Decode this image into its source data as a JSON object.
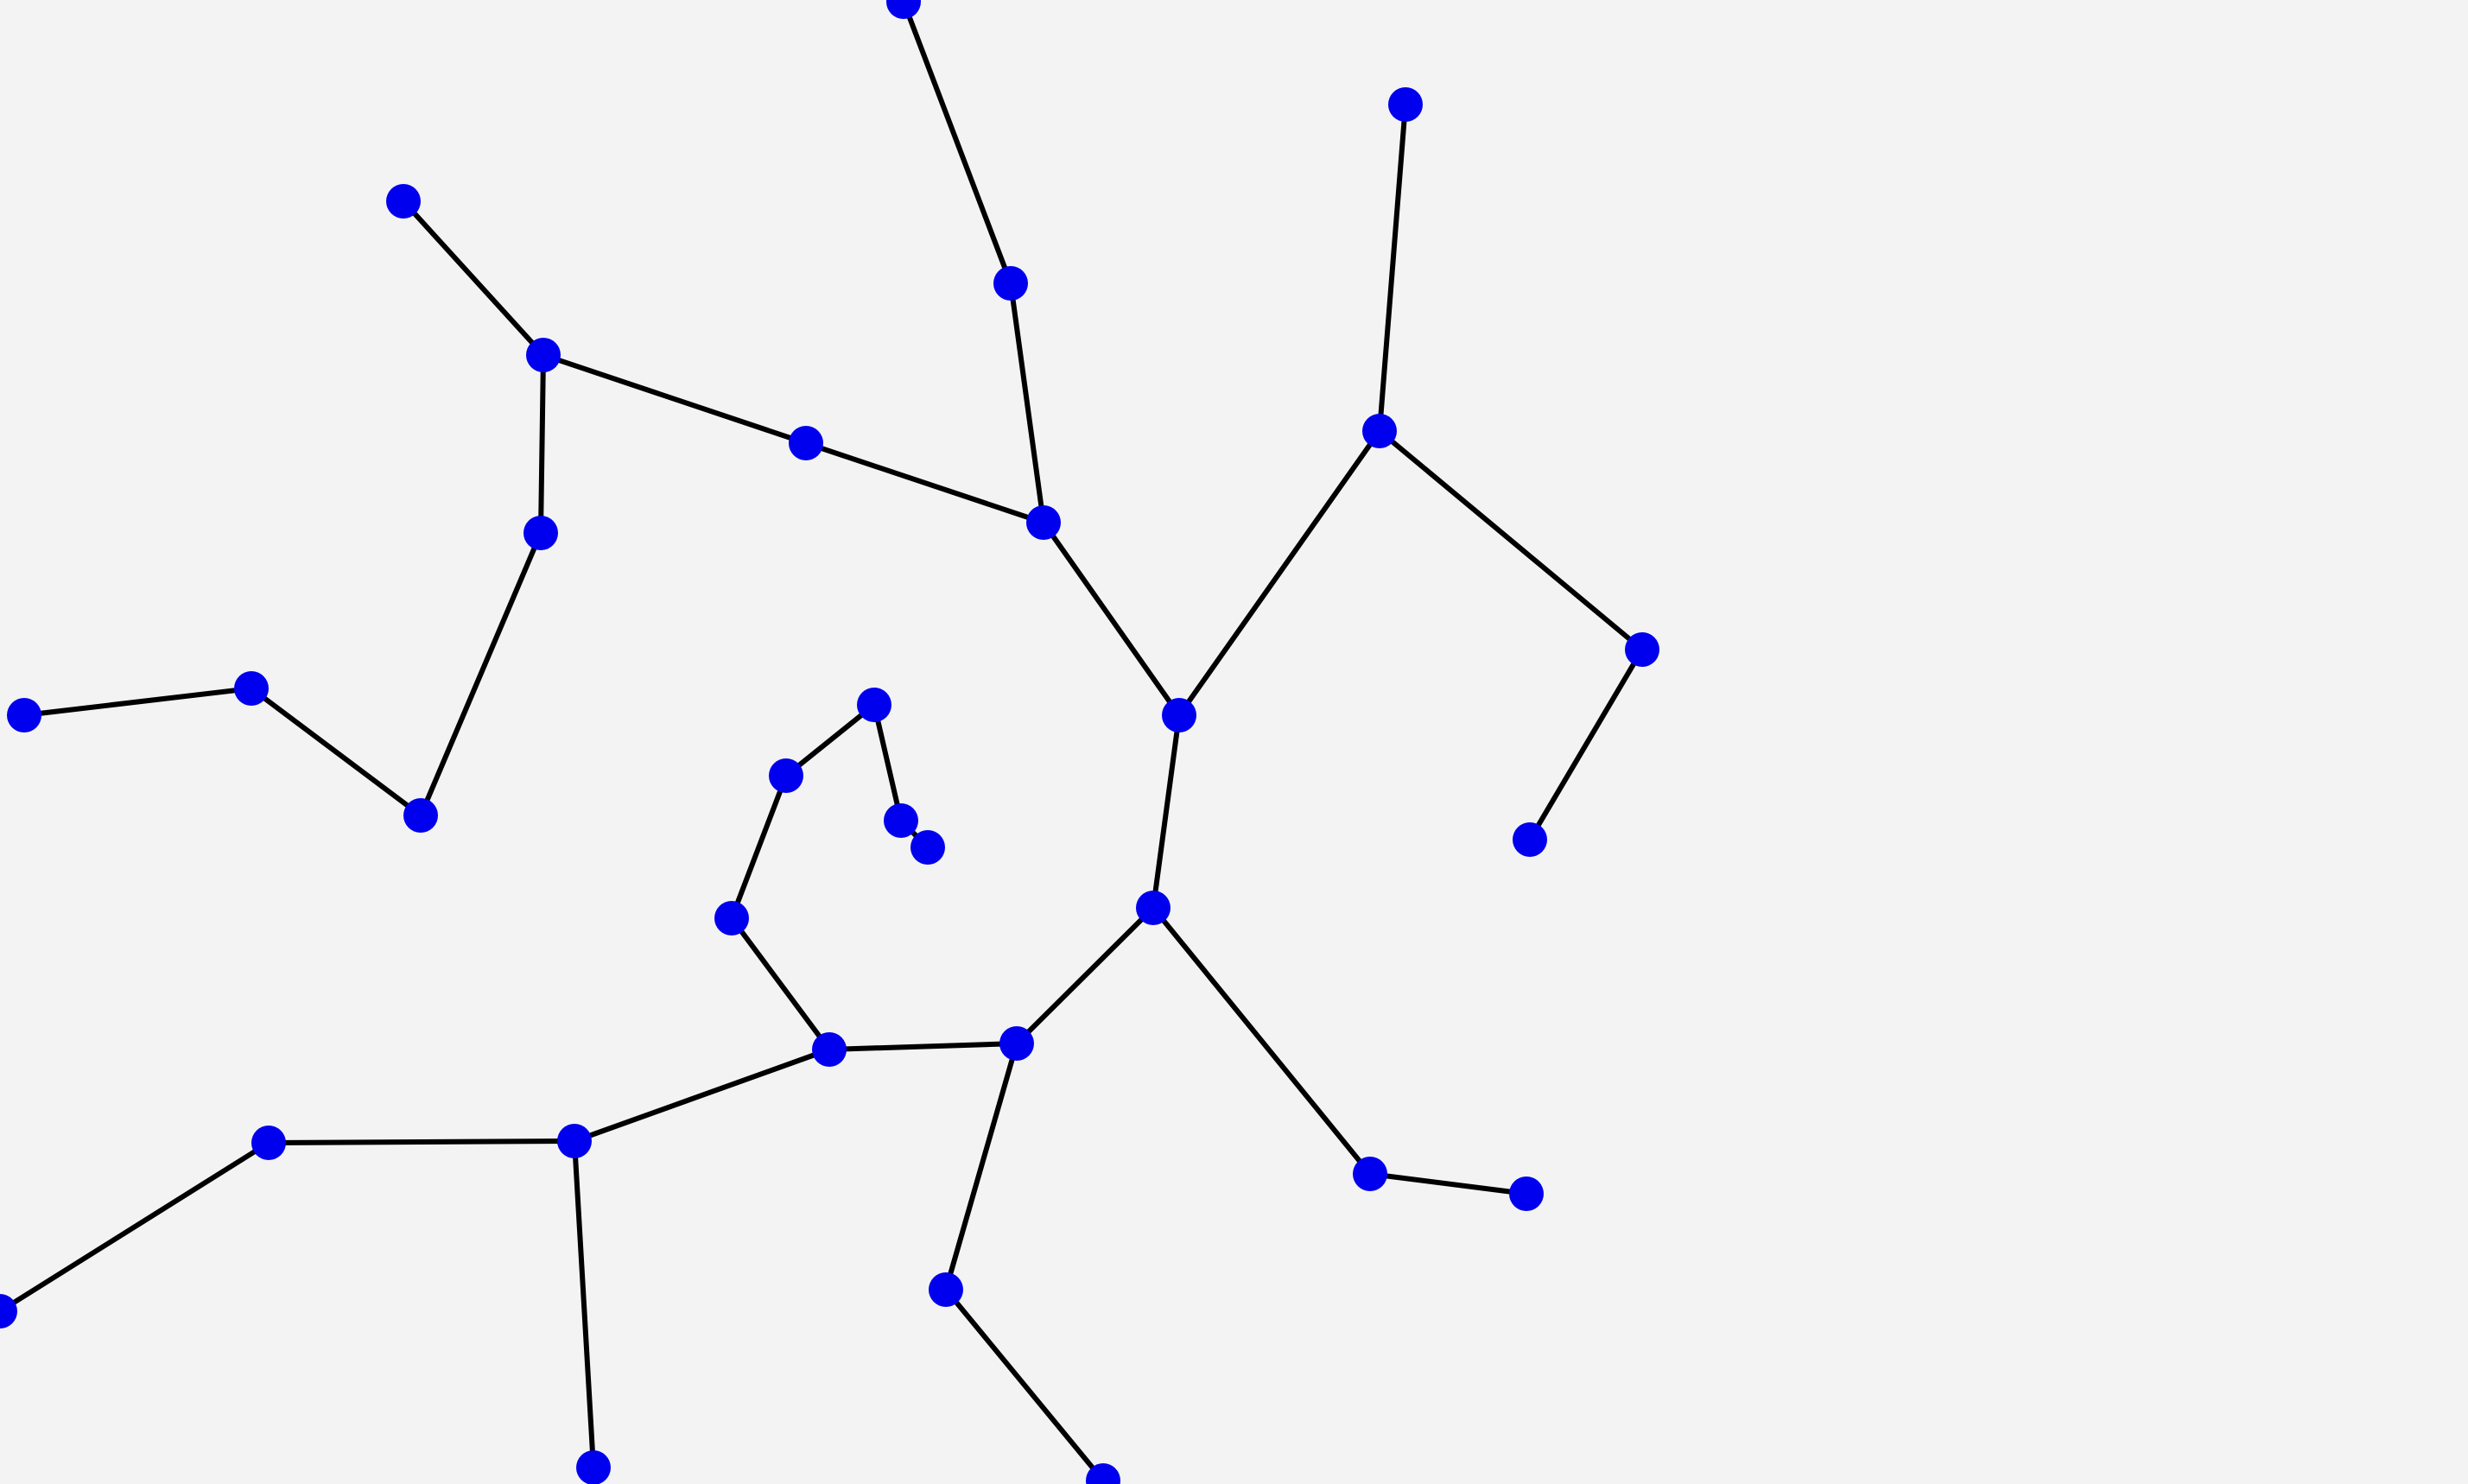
{
  "graph": {
    "type": "tree",
    "node_color": "#0000ee",
    "edge_color": "#000000",
    "background_color": "#f3f3f3",
    "node_ids": [
      "n0",
      "n1",
      "n2",
      "n3",
      "n4",
      "n5",
      "n6",
      "n7",
      "n8",
      "n9",
      "n10",
      "n11",
      "n12",
      "n13",
      "n14",
      "n15",
      "n16",
      "n17",
      "n18",
      "n19",
      "n20",
      "n21",
      "n22",
      "n23",
      "n24",
      "n25",
      "n26",
      "n27",
      "n28",
      "n29",
      "n30"
    ],
    "edges": [
      [
        "n0",
        "n1"
      ],
      [
        "n1",
        "n2"
      ],
      [
        "n2",
        "n3"
      ],
      [
        "n2",
        "n4"
      ],
      [
        "n3",
        "n5"
      ],
      [
        "n3",
        "n6"
      ],
      [
        "n6",
        "n7"
      ],
      [
        "n7",
        "n8"
      ],
      [
        "n8",
        "n9"
      ],
      [
        "n4",
        "n10"
      ],
      [
        "n4",
        "n11"
      ],
      [
        "n11",
        "n12"
      ],
      [
        "n11",
        "n13"
      ],
      [
        "n13",
        "n14"
      ],
      [
        "n14",
        "n15"
      ],
      [
        "n14",
        "n16"
      ],
      [
        "n16",
        "n17"
      ],
      [
        "n16",
        "n18"
      ],
      [
        "n18",
        "n19"
      ],
      [
        "n10",
        "n20"
      ],
      [
        "n10",
        "n21"
      ],
      [
        "n21",
        "n22"
      ],
      [
        "n22",
        "n23"
      ],
      [
        "n23",
        "n24"
      ],
      [
        "n24",
        "n25"
      ],
      [
        "n25",
        "n26"
      ],
      [
        "n0",
        "n27"
      ],
      [
        "n27",
        "n28"
      ],
      [
        "n0",
        "n29"
      ],
      [
        "n29",
        "n30"
      ]
    ]
  }
}
